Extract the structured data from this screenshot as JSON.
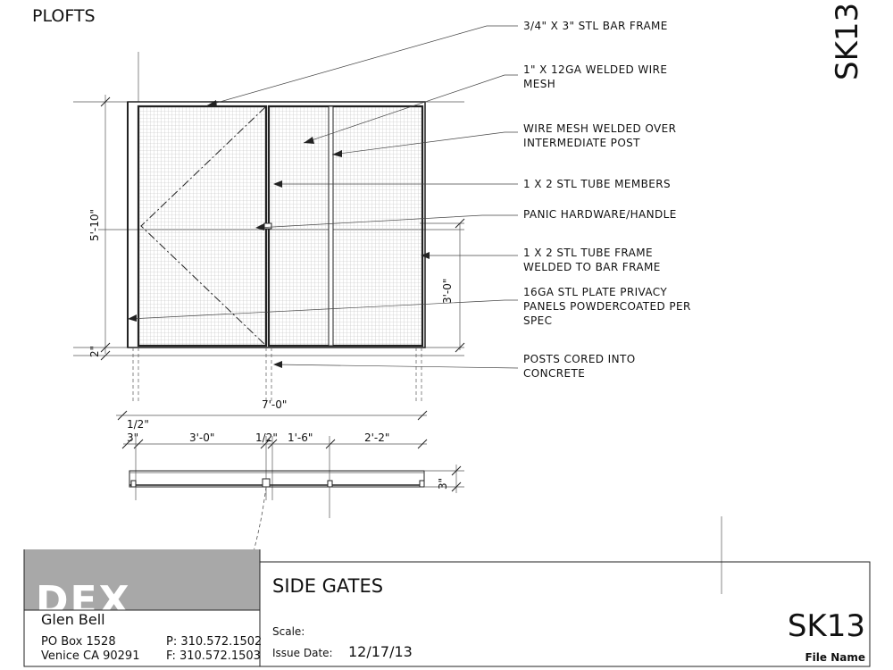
{
  "project_label": "PLOFTS",
  "sheet_id_vertical": "SK13",
  "callouts": [
    {
      "lines": [
        "3/4\" X 3\" STL BAR FRAME"
      ]
    },
    {
      "lines": [
        "1\" X 12GA WELDED WIRE",
        "MESH"
      ]
    },
    {
      "lines": [
        "WIRE MESH WELDED OVER",
        "INTERMEDIATE POST"
      ]
    },
    {
      "lines": [
        "1 X 2 STL TUBE MEMBERS"
      ]
    },
    {
      "lines": [
        "PANIC HARDWARE/HANDLE"
      ]
    },
    {
      "lines": [
        "1 X 2 STL TUBE FRAME",
        "WELDED TO BAR FRAME"
      ]
    },
    {
      "lines": [
        "16GA STL PLATE PRIVACY",
        "PANELS POWDERCOATED PER",
        "SPEC"
      ]
    },
    {
      "lines": [
        "POSTS CORED INTO",
        "CONCRETE"
      ]
    }
  ],
  "dimensions": {
    "height_overall": "5'-10\"",
    "height_base": "2\"",
    "height_panel": "3'-0\"",
    "width_overall": "7'-0\"",
    "plan_half_inch_left": "1/2\"",
    "plan_three_inch_left": "3\"",
    "plan_gate_leaf": "3'-0\"",
    "plan_half_inch_mid": "1/2\"",
    "plan_one_six": "1'-6\"",
    "plan_two_two": "2'-2\"",
    "plan_depth": "3\""
  },
  "title_block": {
    "logo": "DEX",
    "name": "Glen Bell",
    "address_line1": "PO Box 1528",
    "address_line2": "Venice CA 90291",
    "phone": "P: 310.572.1502",
    "fax": "F: 310.572.1503",
    "drawing_title": "SIDE GATES",
    "scale_label": "Scale:",
    "issue_date_label": "Issue Date:",
    "issue_date": "12/17/13",
    "sheet_number": "SK13",
    "file_name_label": "File Name"
  }
}
